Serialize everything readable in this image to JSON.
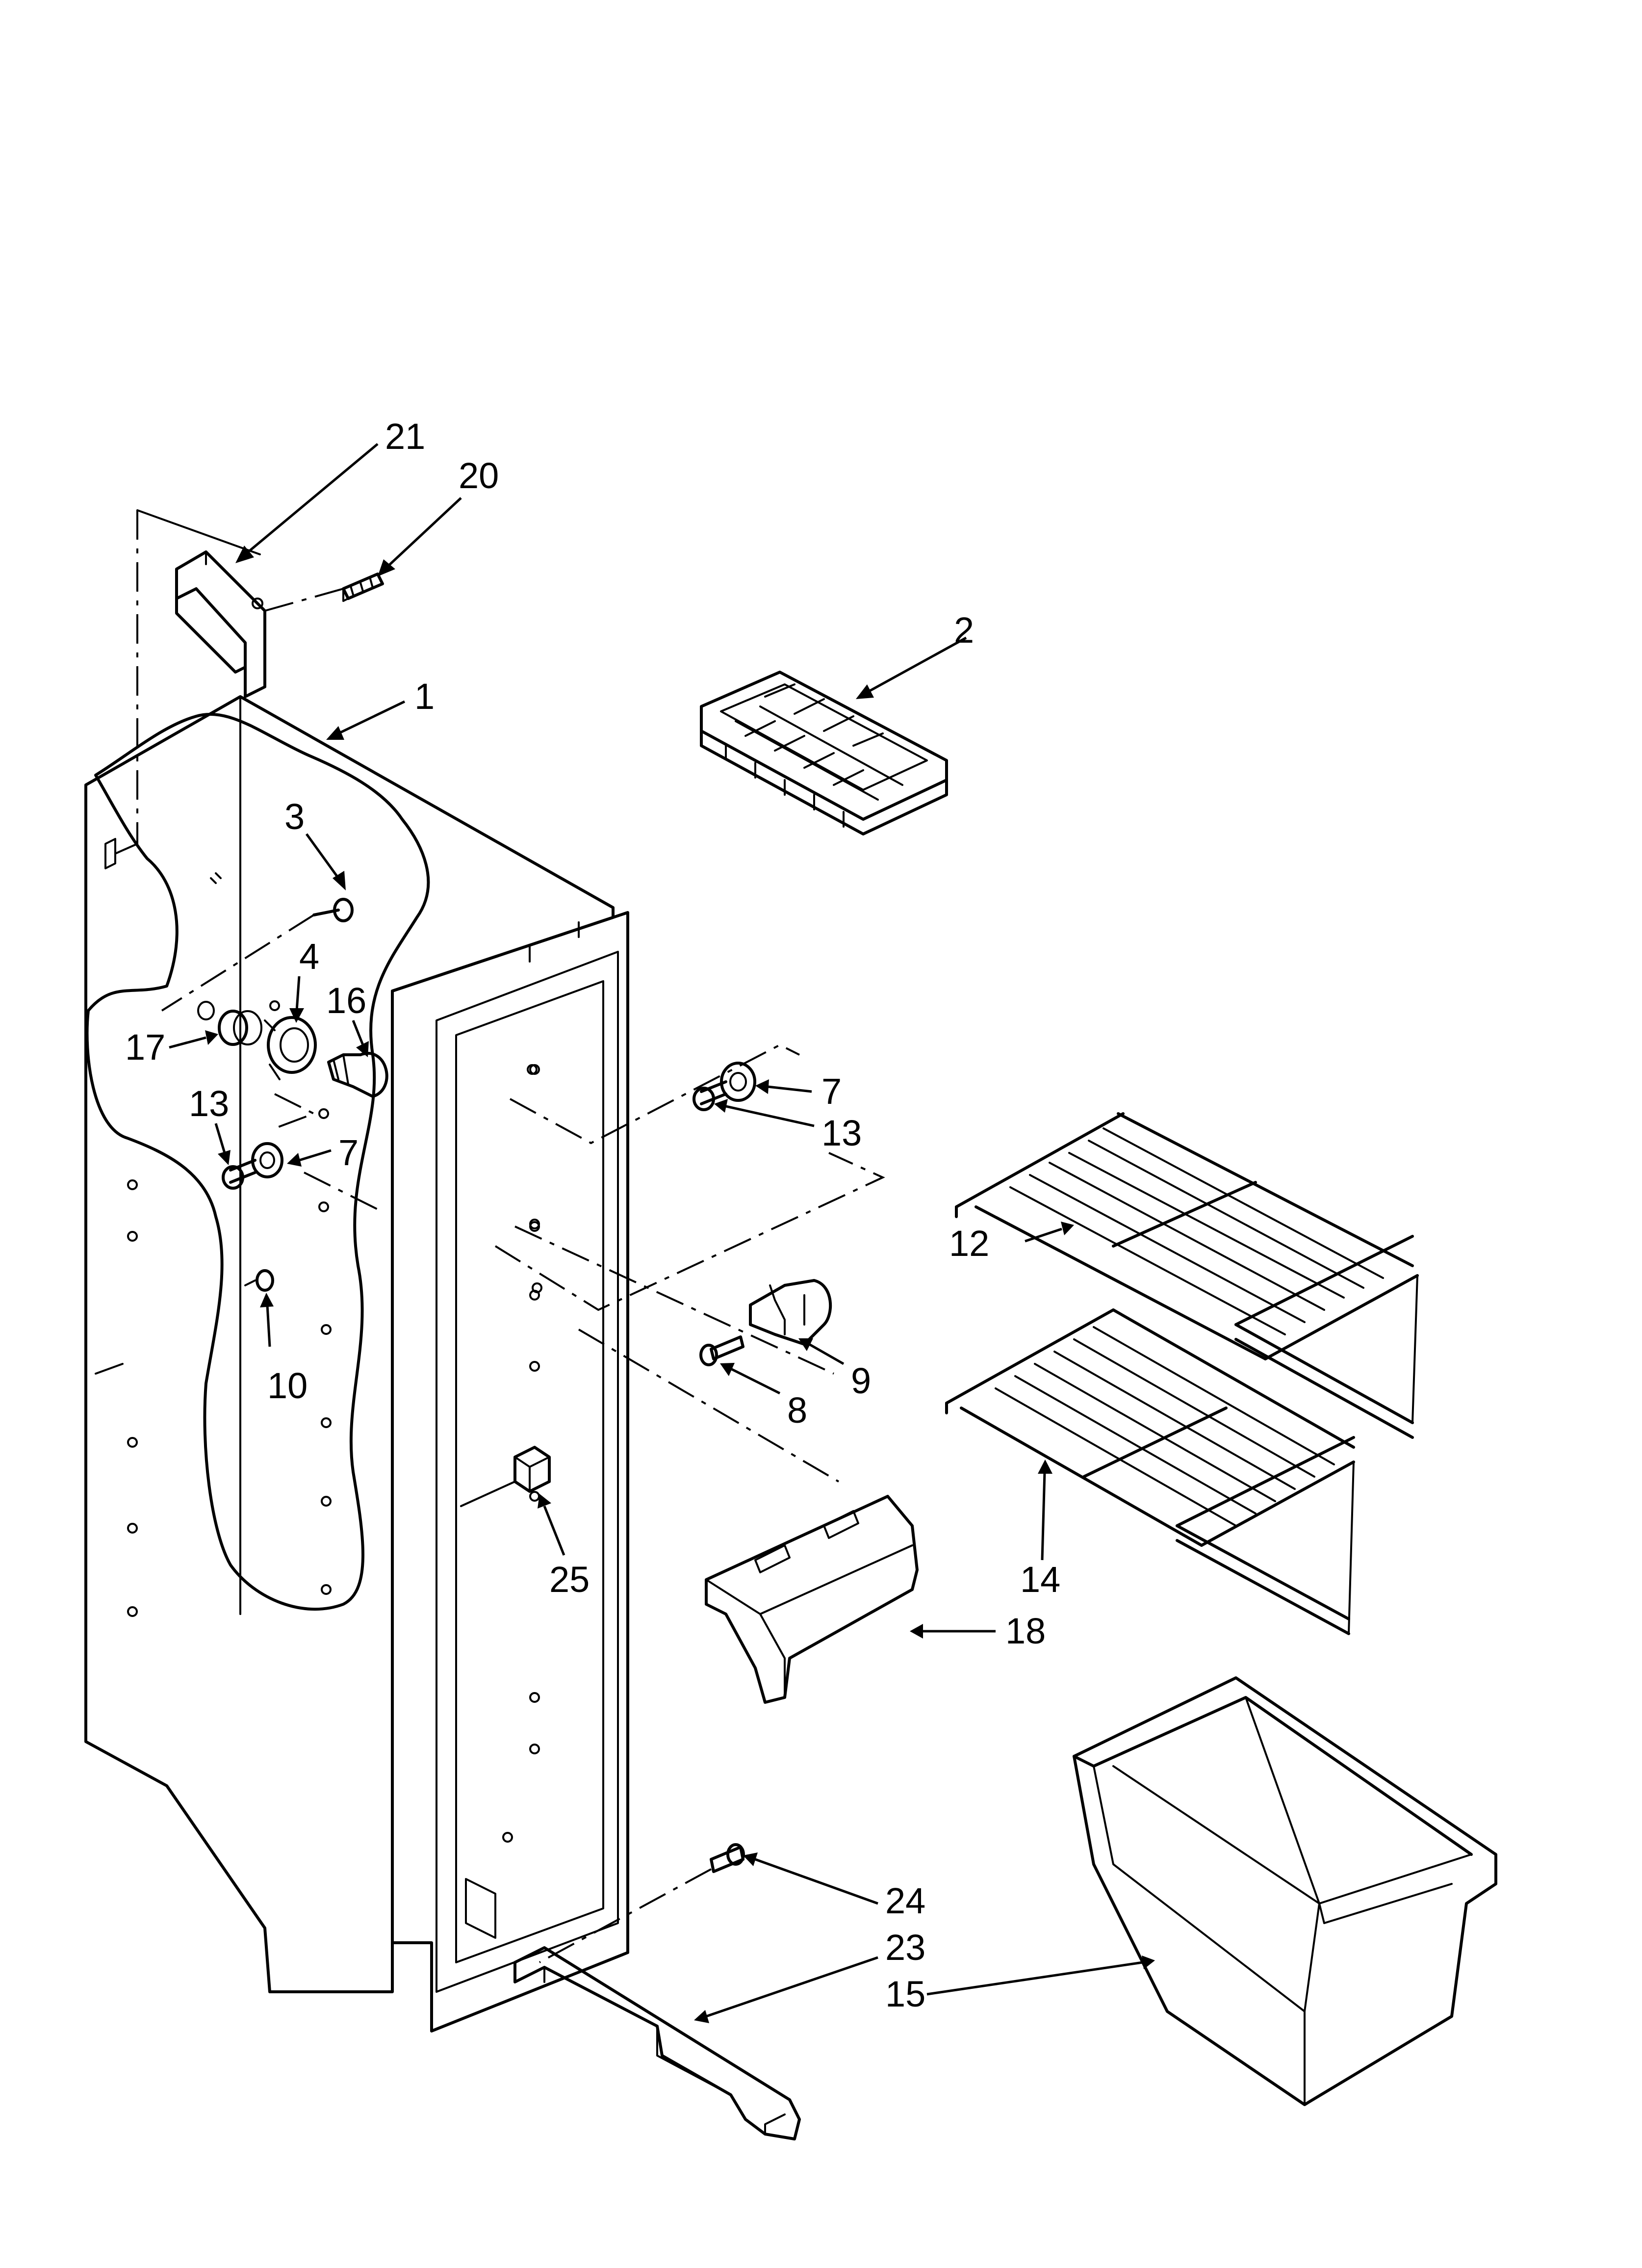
{
  "labels": {
    "p1": "1",
    "p2": "2",
    "p3": "3",
    "p4": "4",
    "p7a": "7",
    "p7b": "7",
    "p8": "8",
    "p9": "9",
    "p10": "10",
    "p12": "12",
    "p13a": "13",
    "p13b": "13",
    "p14": "14",
    "p15": "15",
    "p16": "16",
    "p17": "17",
    "p18": "18",
    "p20": "20",
    "p21": "21",
    "p23": "23",
    "p24": "24",
    "p25": "25"
  }
}
